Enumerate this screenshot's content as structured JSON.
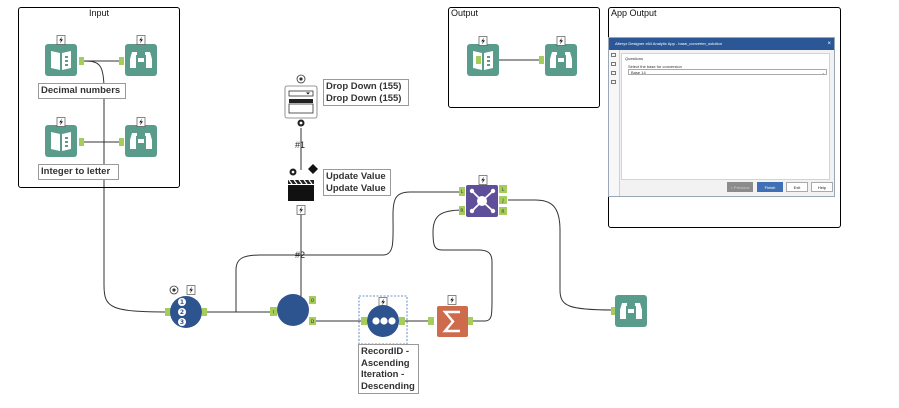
{
  "containers": {
    "input_title": "Input",
    "output_title": "Output",
    "app_output_title": "App Output"
  },
  "labels": {
    "decimal_numbers": "Decimal numbers",
    "integer_to_letter": "Integer to letter",
    "drop_down_1": "Drop Down (155)",
    "drop_down_2": "Drop Down (155)",
    "update_value_1": "Update Value",
    "update_value_2": "Update Value",
    "record_id_line1": "RecordID -",
    "record_id_line2": "Ascending",
    "record_id_line3": "Iteration -",
    "record_id_line4": "Descending"
  },
  "connections": {
    "hash1": "#1",
    "hash2": "#2"
  },
  "anchors": {
    "output_anchor": "O",
    "input_anchor": "I",
    "left_anchor": "L",
    "join_anchor": "J",
    "right_anchor": "R",
    "data_anchor": "D"
  },
  "app_window": {
    "title": "Alteryx Designer x64 Analytic App - base_converter_solution",
    "close_glyph": "×",
    "section": "Questions",
    "prompt": "Select the base for conversion",
    "selected_option": "Base 14",
    "select_arrow": "⌄",
    "buttons": {
      "previous": "< Previous",
      "finish": "Finish",
      "exit": "Exit",
      "help": "Help"
    }
  },
  "colors": {
    "teal_tool": "#5a9c8c",
    "navy_tool": "#2e5490",
    "purple_tool": "#5f4f9a",
    "orange_tool": "#cf6b4d",
    "anchor_green": "#a6cd5c",
    "wire": "#333333"
  }
}
